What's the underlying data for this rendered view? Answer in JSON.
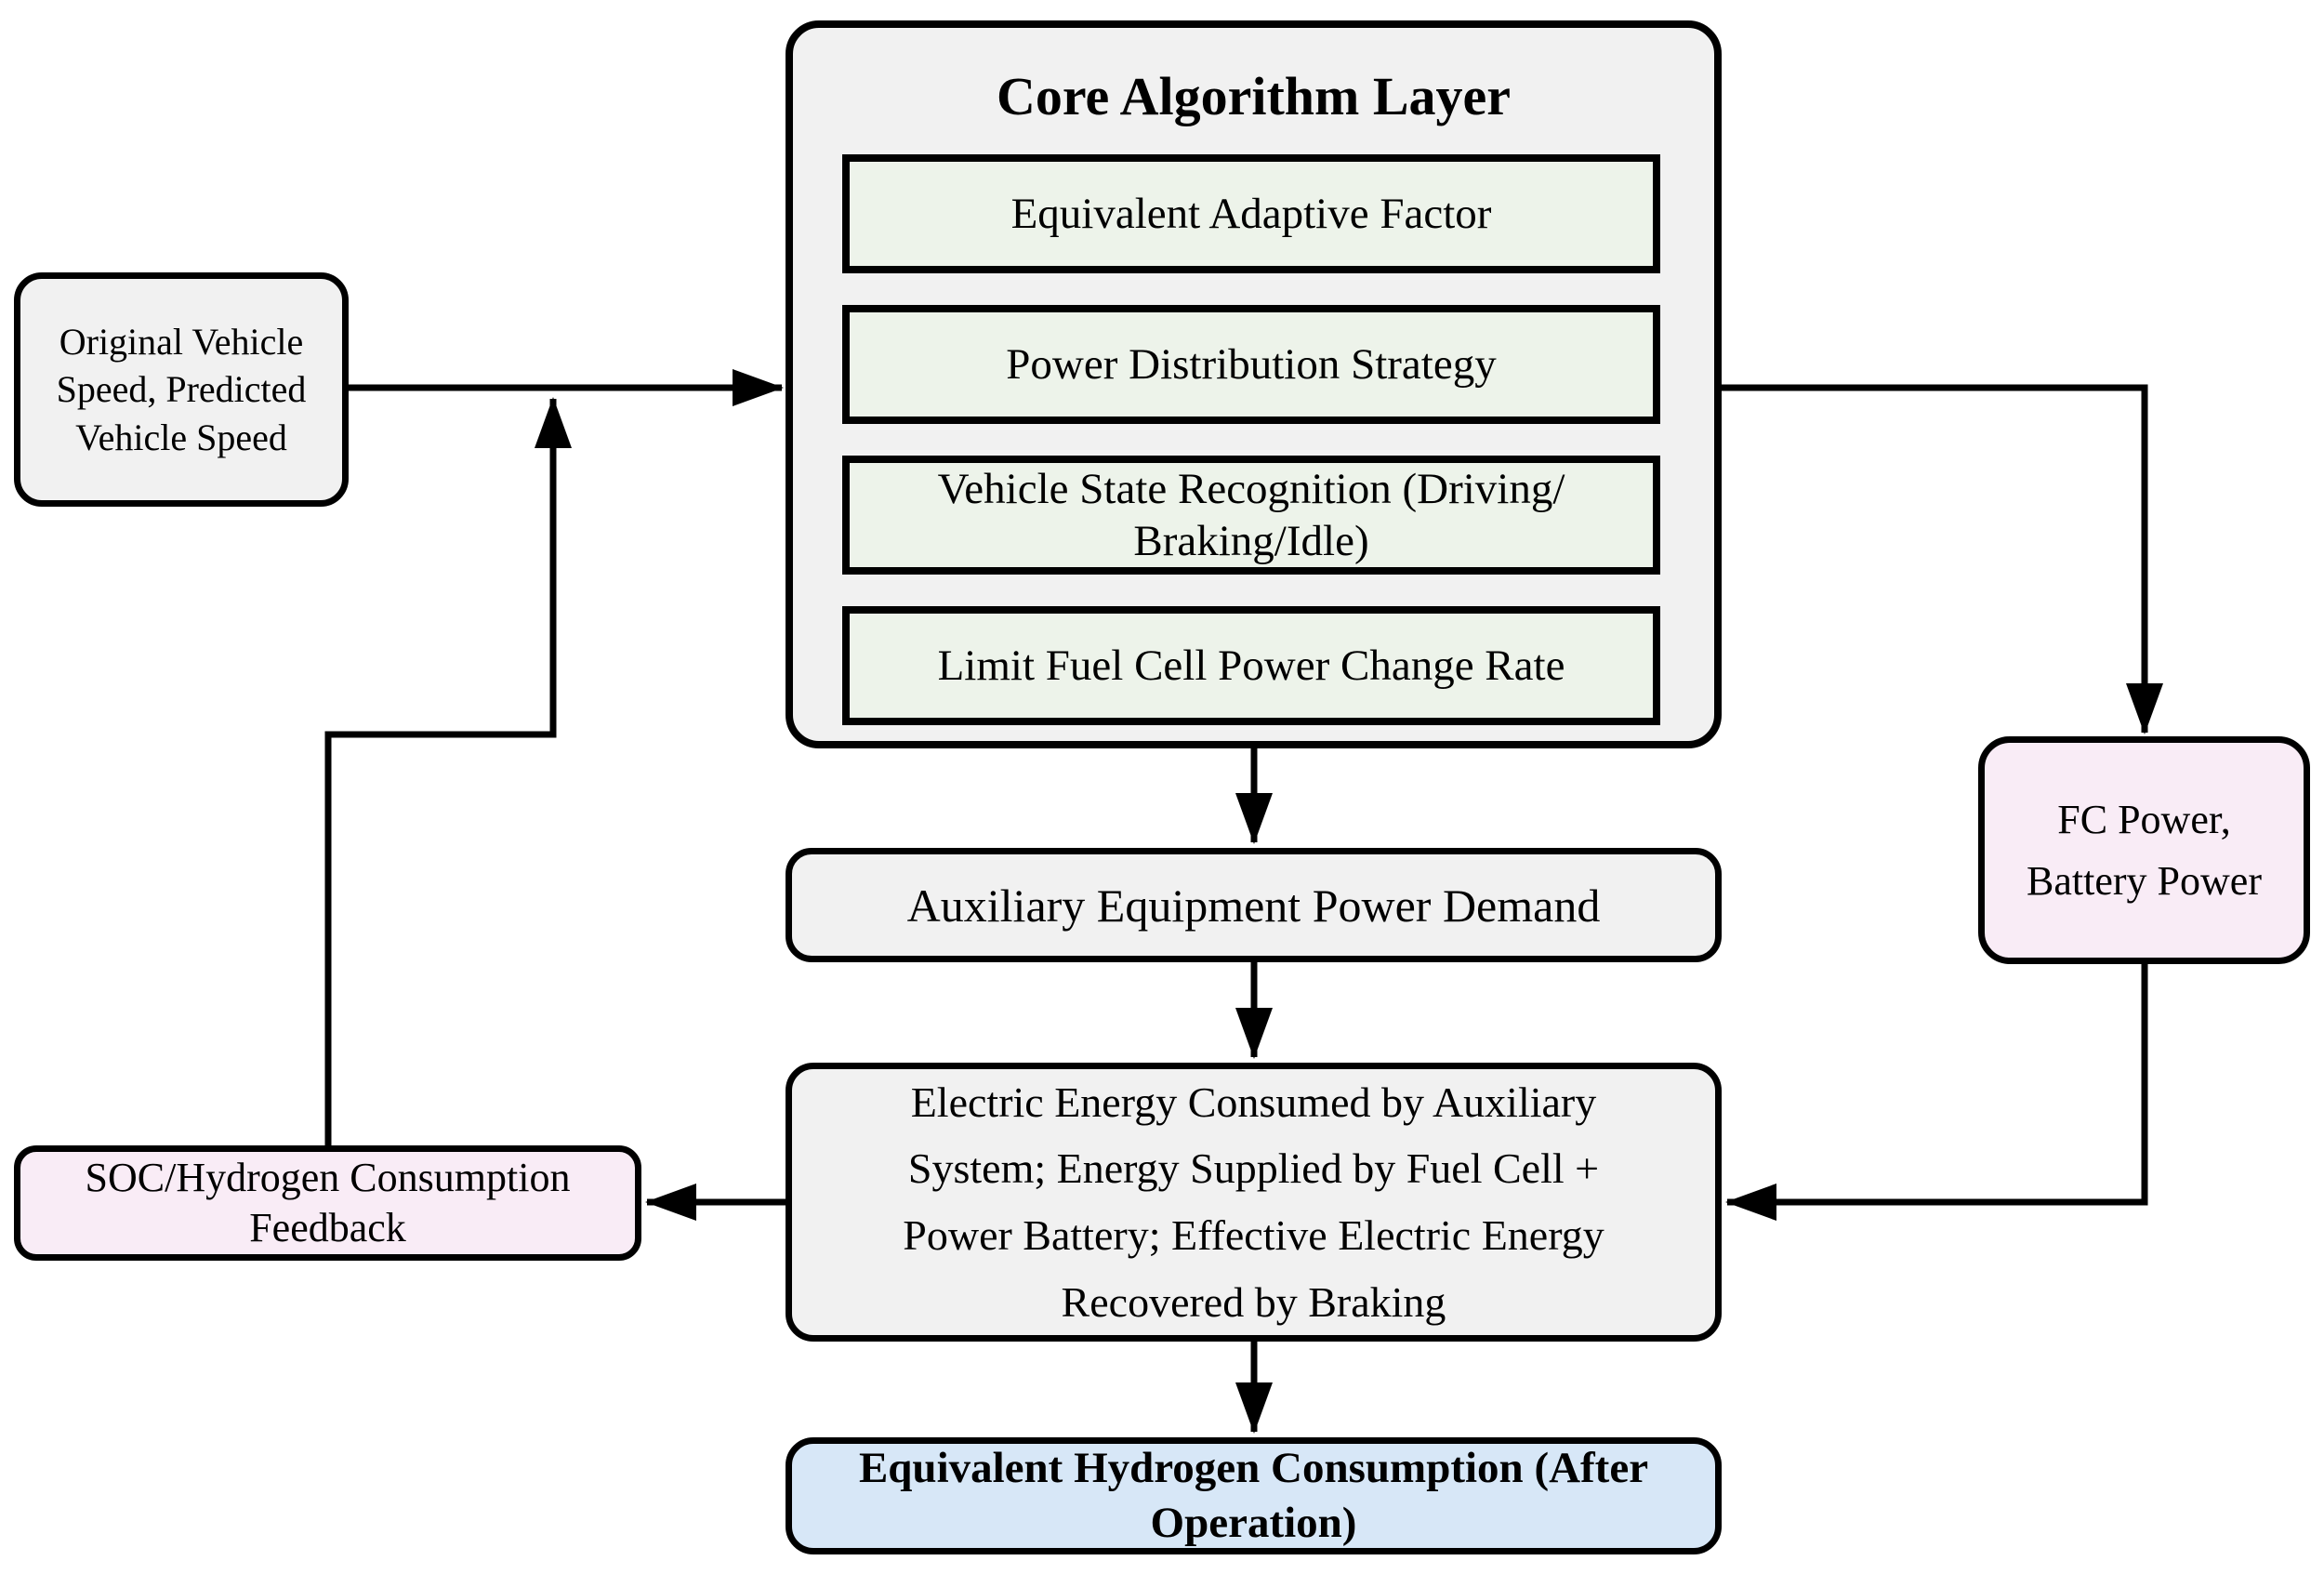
{
  "diagram": {
    "nodes": {
      "original_speed": {
        "label": "Original Vehicle\nSpeed, Predicted\nVehicle Speed",
        "fill": "#f1f1f1"
      },
      "core_layer": {
        "title": "Core Algorithm Layer",
        "fill": "#f1f1f1",
        "items": [
          "Equivalent Adaptive Factor",
          "Power Distribution Strategy",
          "Vehicle State Recognition (Driving/\nBraking/Idle)",
          "Limit Fuel Cell Power Change Rate"
        ],
        "items_fill": "#edf3ea"
      },
      "aux_demand": {
        "label": "Auxiliary Equipment Power Demand",
        "fill": "#f1f1f1"
      },
      "energy_summary": {
        "label": "Electric Energy Consumed by Auxiliary\nSystem; Energy Supplied by Fuel Cell +\nPower Battery; Effective Electric Energy\nRecovered by Braking",
        "fill": "#f1f1f1"
      },
      "fc_power": {
        "label": "FC Power,\nBattery Power",
        "fill": "#f9ecf6"
      },
      "soc_feedback": {
        "label": "SOC/Hydrogen Consumption\nFeedback",
        "fill": "#f9ecf6"
      },
      "equivalent_h2": {
        "label": "Equivalent Hydrogen Consumption (After\nOperation)",
        "fill": "#d7e7f7"
      }
    },
    "edges": [
      "original_speed -> core_layer",
      "soc_feedback -> input junction (feedback loop)",
      "core_layer -> fc_power",
      "core_layer -> aux_demand",
      "aux_demand -> energy_summary",
      "fc_power -> energy_summary",
      "energy_summary -> soc_feedback",
      "energy_summary -> equivalent_h2"
    ],
    "colors": {
      "background": "#ffffff",
      "line_black": "#000000",
      "box_gray": "#f1f1f1",
      "box_green": "#edf3ea",
      "box_pink": "#f9ecf6",
      "box_blue": "#d7e7f7"
    }
  }
}
